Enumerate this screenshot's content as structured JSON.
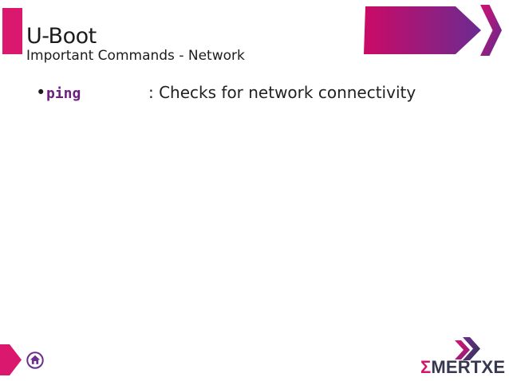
{
  "header": {
    "title": "U-Boot",
    "subtitle": "Important Commands - Network"
  },
  "content": {
    "bullets": [
      {
        "marker": "•",
        "command": "ping",
        "description": ": Checks for network connectivity"
      }
    ]
  },
  "footer": {
    "logo": {
      "sigma": "Σ",
      "name": "MERTXE"
    }
  },
  "icons": {
    "header_graphic": "forward-arrow-with-chevron",
    "footer_left": "right-pointing-edge-chevron",
    "home": "home-icon",
    "logo_mark": "double-chevron-logo-mark"
  },
  "colors": {
    "accent_pink": "#d9186e",
    "arrow_gradient_start": "#cb0a66",
    "arrow_gradient_end": "#6b2b91",
    "chevron_gradient_start": "#d31070",
    "chevron_gradient_end": "#5d2b90",
    "command_purple": "#6e2082",
    "home_icon_purple": "#6b2d90",
    "logo_sigma_pink": "#d4156e",
    "logo_navy": "#37374f",
    "text_dark": "#1c1c1c"
  }
}
